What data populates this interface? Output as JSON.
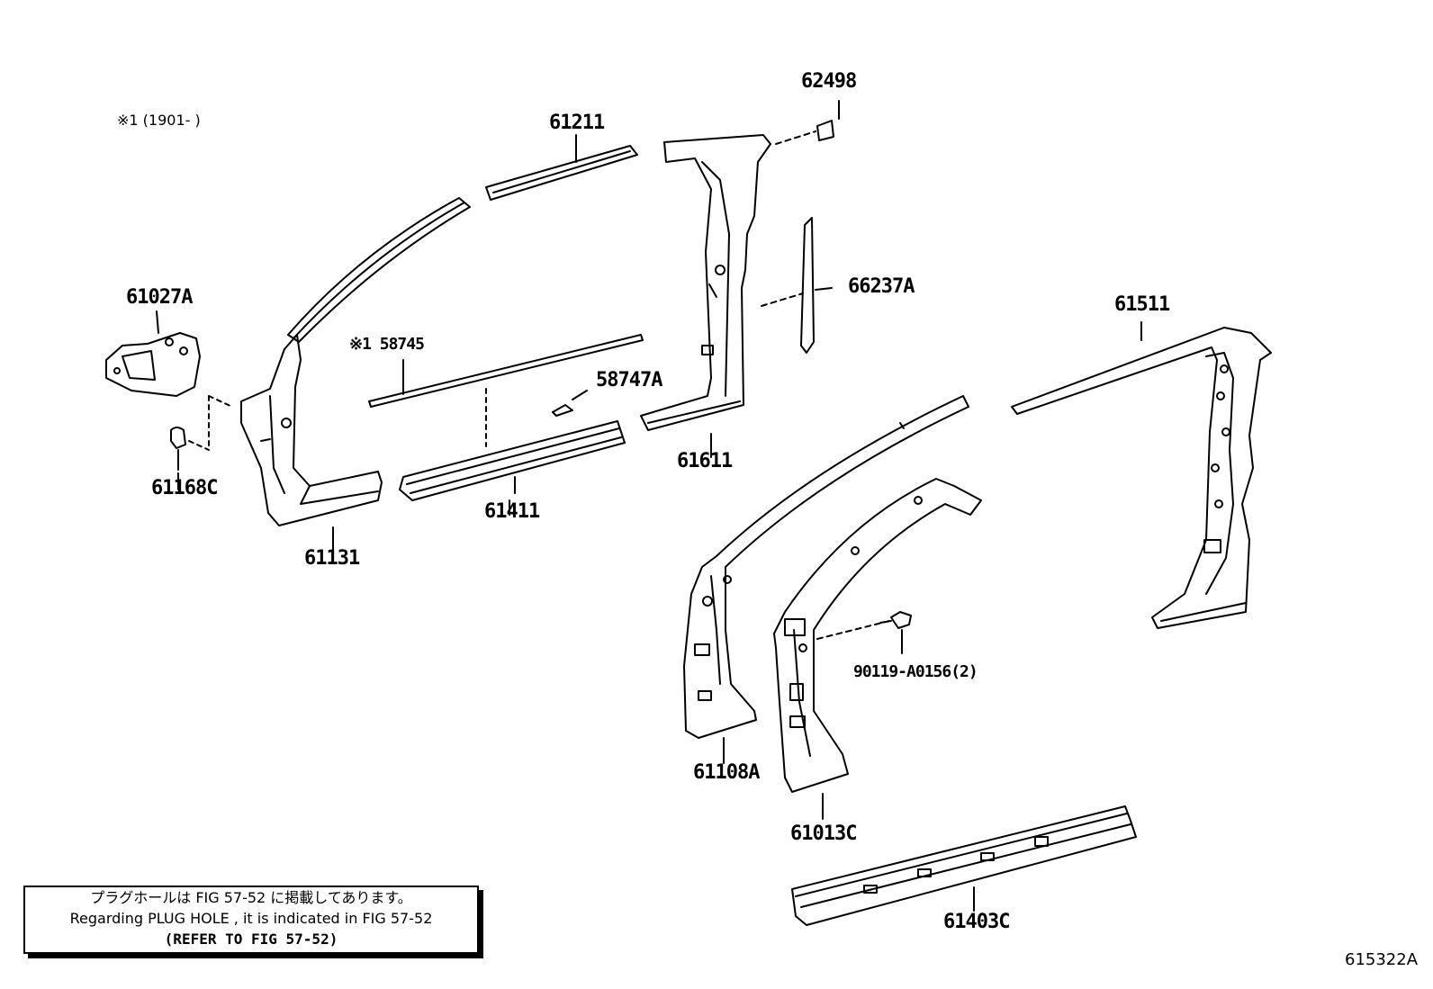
{
  "header_note": "※1 (1901-      )",
  "labels": {
    "p62498": "62498",
    "p61211": "61211",
    "p66237a": "66237A",
    "p61027a": "61027A",
    "p58745": "※1 58745",
    "p58747a": "58747A",
    "p61511": "61511",
    "p61168c": "61168C",
    "p61611": "61611",
    "p61411": "61411",
    "p61131": "61131",
    "p90119": "90119-A0156(2)",
    "p61108a": "61108A",
    "p61013c": "61013C",
    "p61403c": "61403C"
  },
  "note": {
    "line1": "プラグホールは FIG 57-52 に掲載してあります。",
    "line2": "Regarding PLUG HOLE , it is indicated in FIG 57-52",
    "line3": "(REFER TO FIG 57-52)"
  },
  "figure_id": "615322A"
}
